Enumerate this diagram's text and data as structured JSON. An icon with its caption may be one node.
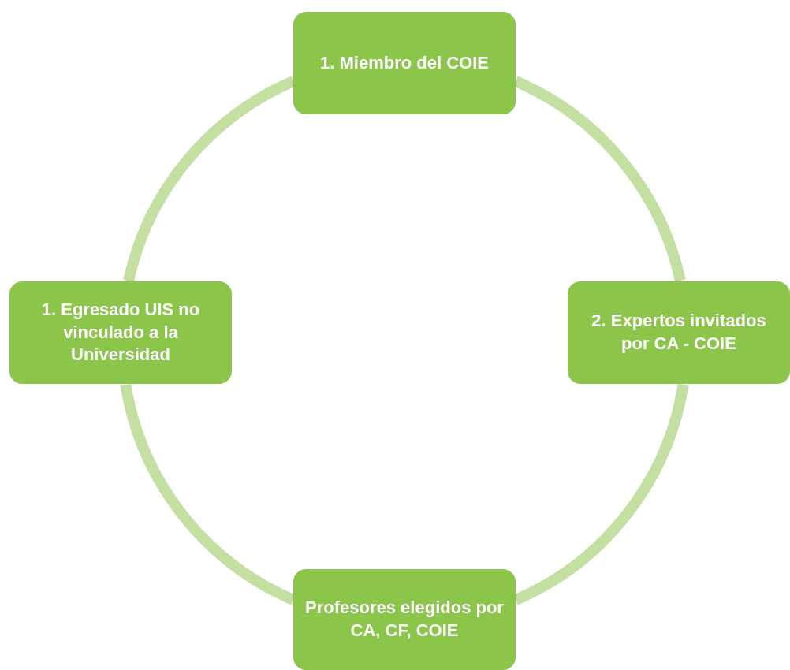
{
  "diagram": {
    "nodes": [
      {
        "text": [
          "1.  Miembro del COIE"
        ]
      },
      {
        "text": [
          "1. Egresado UIS no vinculado a la Universidad"
        ]
      },
      {
        "text": [
          "2. Expertos invitados por CA - COIE"
        ]
      },
      {
        "text": [
          "Profesores elegidos por CA, CF, COIE"
        ]
      }
    ],
    "edges": [
      {
        "from": 0,
        "to": 2,
        "arrow": "none"
      },
      {
        "from": 2,
        "to": 3,
        "arrow": "none"
      },
      {
        "from": 3,
        "to": 1,
        "arrow": "none"
      },
      {
        "from": 1,
        "to": 0,
        "arrow": "none"
      }
    ]
  }
}
